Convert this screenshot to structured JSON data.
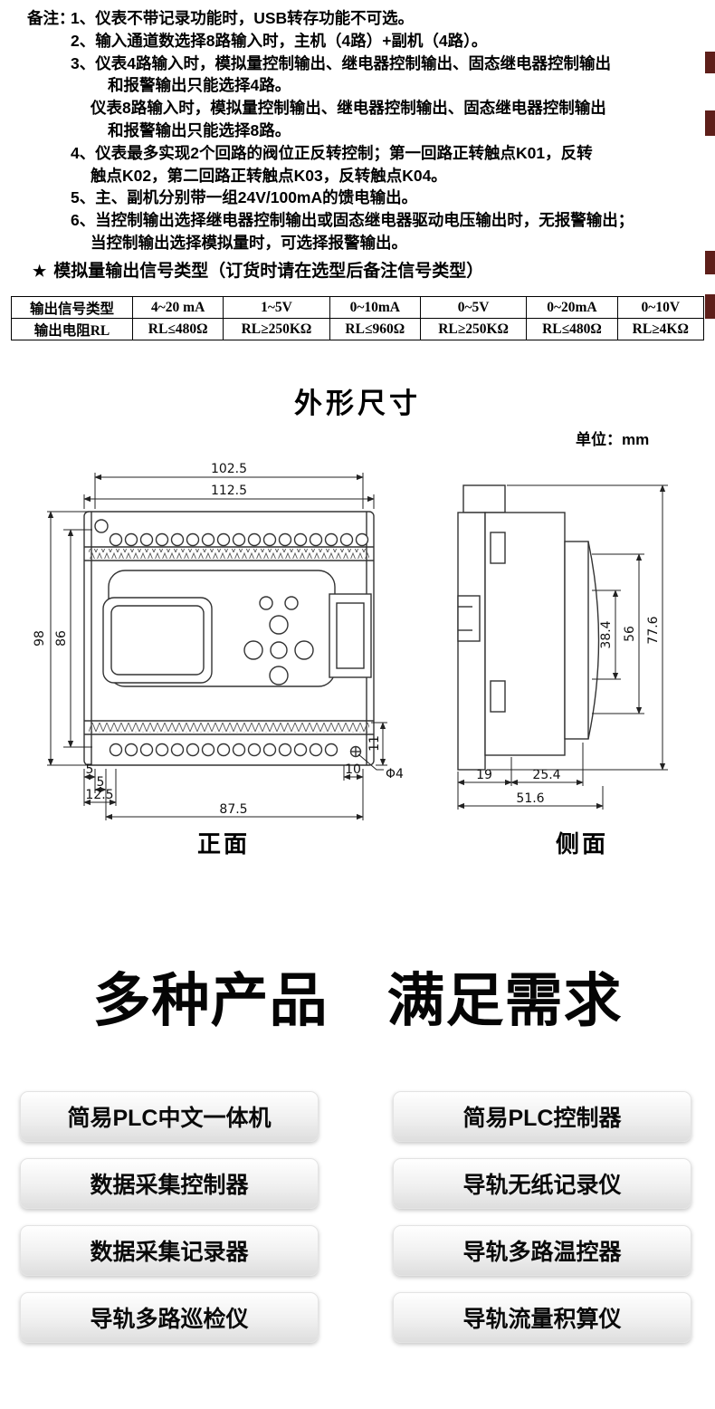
{
  "notes": {
    "label": "备注：",
    "lines": [
      {
        "text": "1、仪表不带记录功能时，USB转存功能不可选。"
      },
      {
        "text": "2、输入通道数选择8路输入时，主机（4路）+副机（4路）。"
      },
      {
        "text": "3、仪表4路输入时，模拟量控制输出、继电器控制输出、固态继电器控制输出"
      },
      {
        "text": "和报警输出只能选择4路。"
      },
      {
        "text": "仪表8路输入时，模拟量控制输出、继电器控制输出、固态继电器控制输出"
      },
      {
        "text": "和报警输出只能选择8路。"
      },
      {
        "text": "4、仪表最多实现2个回路的阀位正反转控制；第一回路正转触点K01，反转"
      },
      {
        "text": "触点K02，第二回路正转触点K03，反转触点K04。"
      },
      {
        "text": "5、主、副机分别带一组24V/100mA的馈电输出。"
      },
      {
        "text": "6、当控制输出选择继电器控制输出或固态继电器驱动电压输出时，无报警输出；"
      },
      {
        "text": "当控制输出选择模拟量时，可选择报警输出。"
      }
    ]
  },
  "signal_type_note": {
    "star": "★",
    "text": "模拟量输出信号类型（订货时请在选型后备注信号类型）"
  },
  "output_table": {
    "rows": [
      [
        "输出信号类型",
        "4~20 mA",
        "1~5V",
        "0~10mA",
        "0~5V",
        "0~20mA",
        "0~10V"
      ],
      [
        "输出电阻RL",
        "RL≤480Ω",
        "RL≥250KΩ",
        "RL≤960Ω",
        "RL≥250KΩ",
        "RL≤480Ω",
        "RL≥4KΩ"
      ]
    ]
  },
  "dimensions_section": {
    "title": "外形尺寸",
    "unit": "单位：mm",
    "front_label": "正面",
    "side_label": "侧面",
    "front": {
      "top_inner": "102.5",
      "top_outer": "112.5",
      "left_outer": "98",
      "left_inner": "86",
      "bottom_5a": "5",
      "bottom_5b": "5",
      "bottom_125": "12.5",
      "bottom_875": "87.5",
      "bottom_10": "10",
      "right_11": "11",
      "hole": "Φ4"
    },
    "side": {
      "depth_384": "38.4",
      "depth_56": "56",
      "depth_776": "77.6",
      "bottom_19": "19",
      "bottom_254": "25.4",
      "bottom_516": "51.6"
    }
  },
  "products_section": {
    "heading": "多种产品　满足需求",
    "left_column": [
      "简易PLC中文一体机",
      "数据采集控制器",
      "数据采集记录器",
      "导轨多路巡检仪"
    ],
    "right_column": [
      "简易PLC控制器",
      "导轨无纸记录仪",
      "导轨多路温控器",
      "导轨流量积算仪"
    ]
  },
  "colors": {
    "edge_marker": "#5e1f1a",
    "text": "#000000"
  }
}
